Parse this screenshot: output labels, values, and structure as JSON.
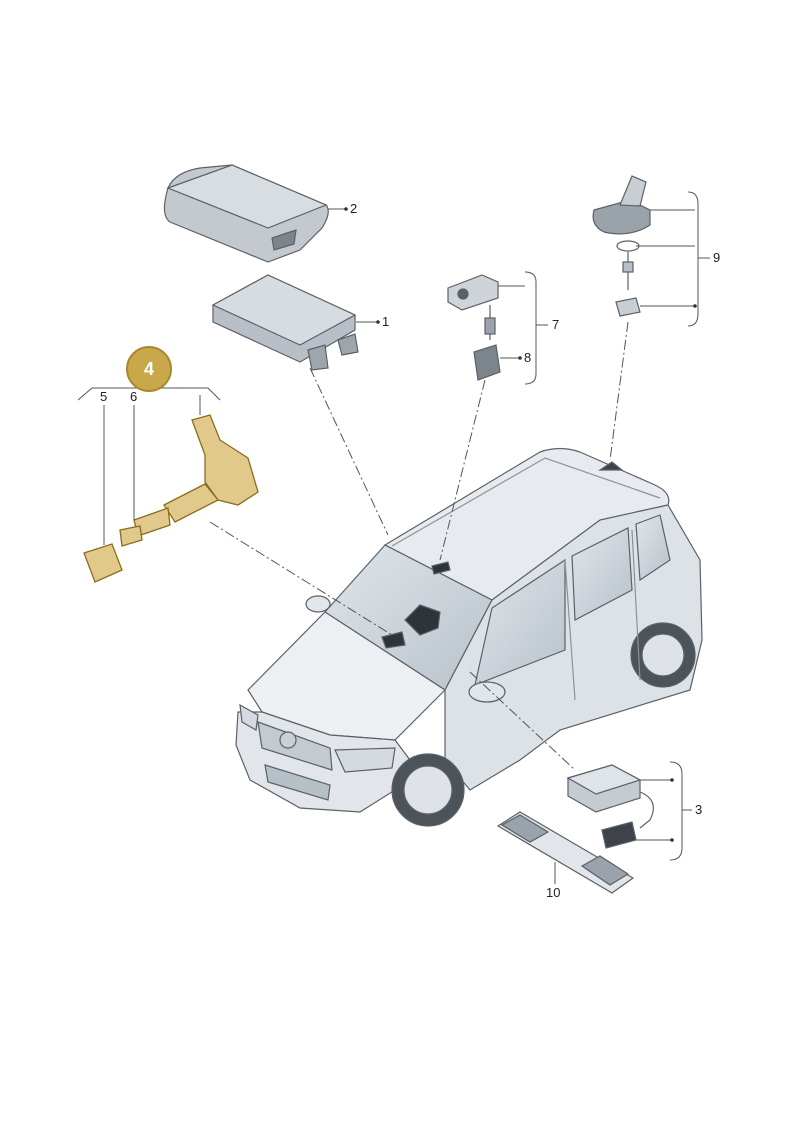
{
  "callout": {
    "number": "4",
    "color": "#c9a84a"
  },
  "labels": {
    "p1": "1",
    "p2": "2",
    "p3": "3",
    "p5": "5",
    "p6": "6",
    "p7": "7",
    "p8": "8",
    "p9": "9",
    "p10": "10"
  },
  "colors": {
    "part_fill": "#d9dee3",
    "part_dark": "#9aa3ab",
    "highlight": "#e0c98a",
    "line": "#555555"
  }
}
